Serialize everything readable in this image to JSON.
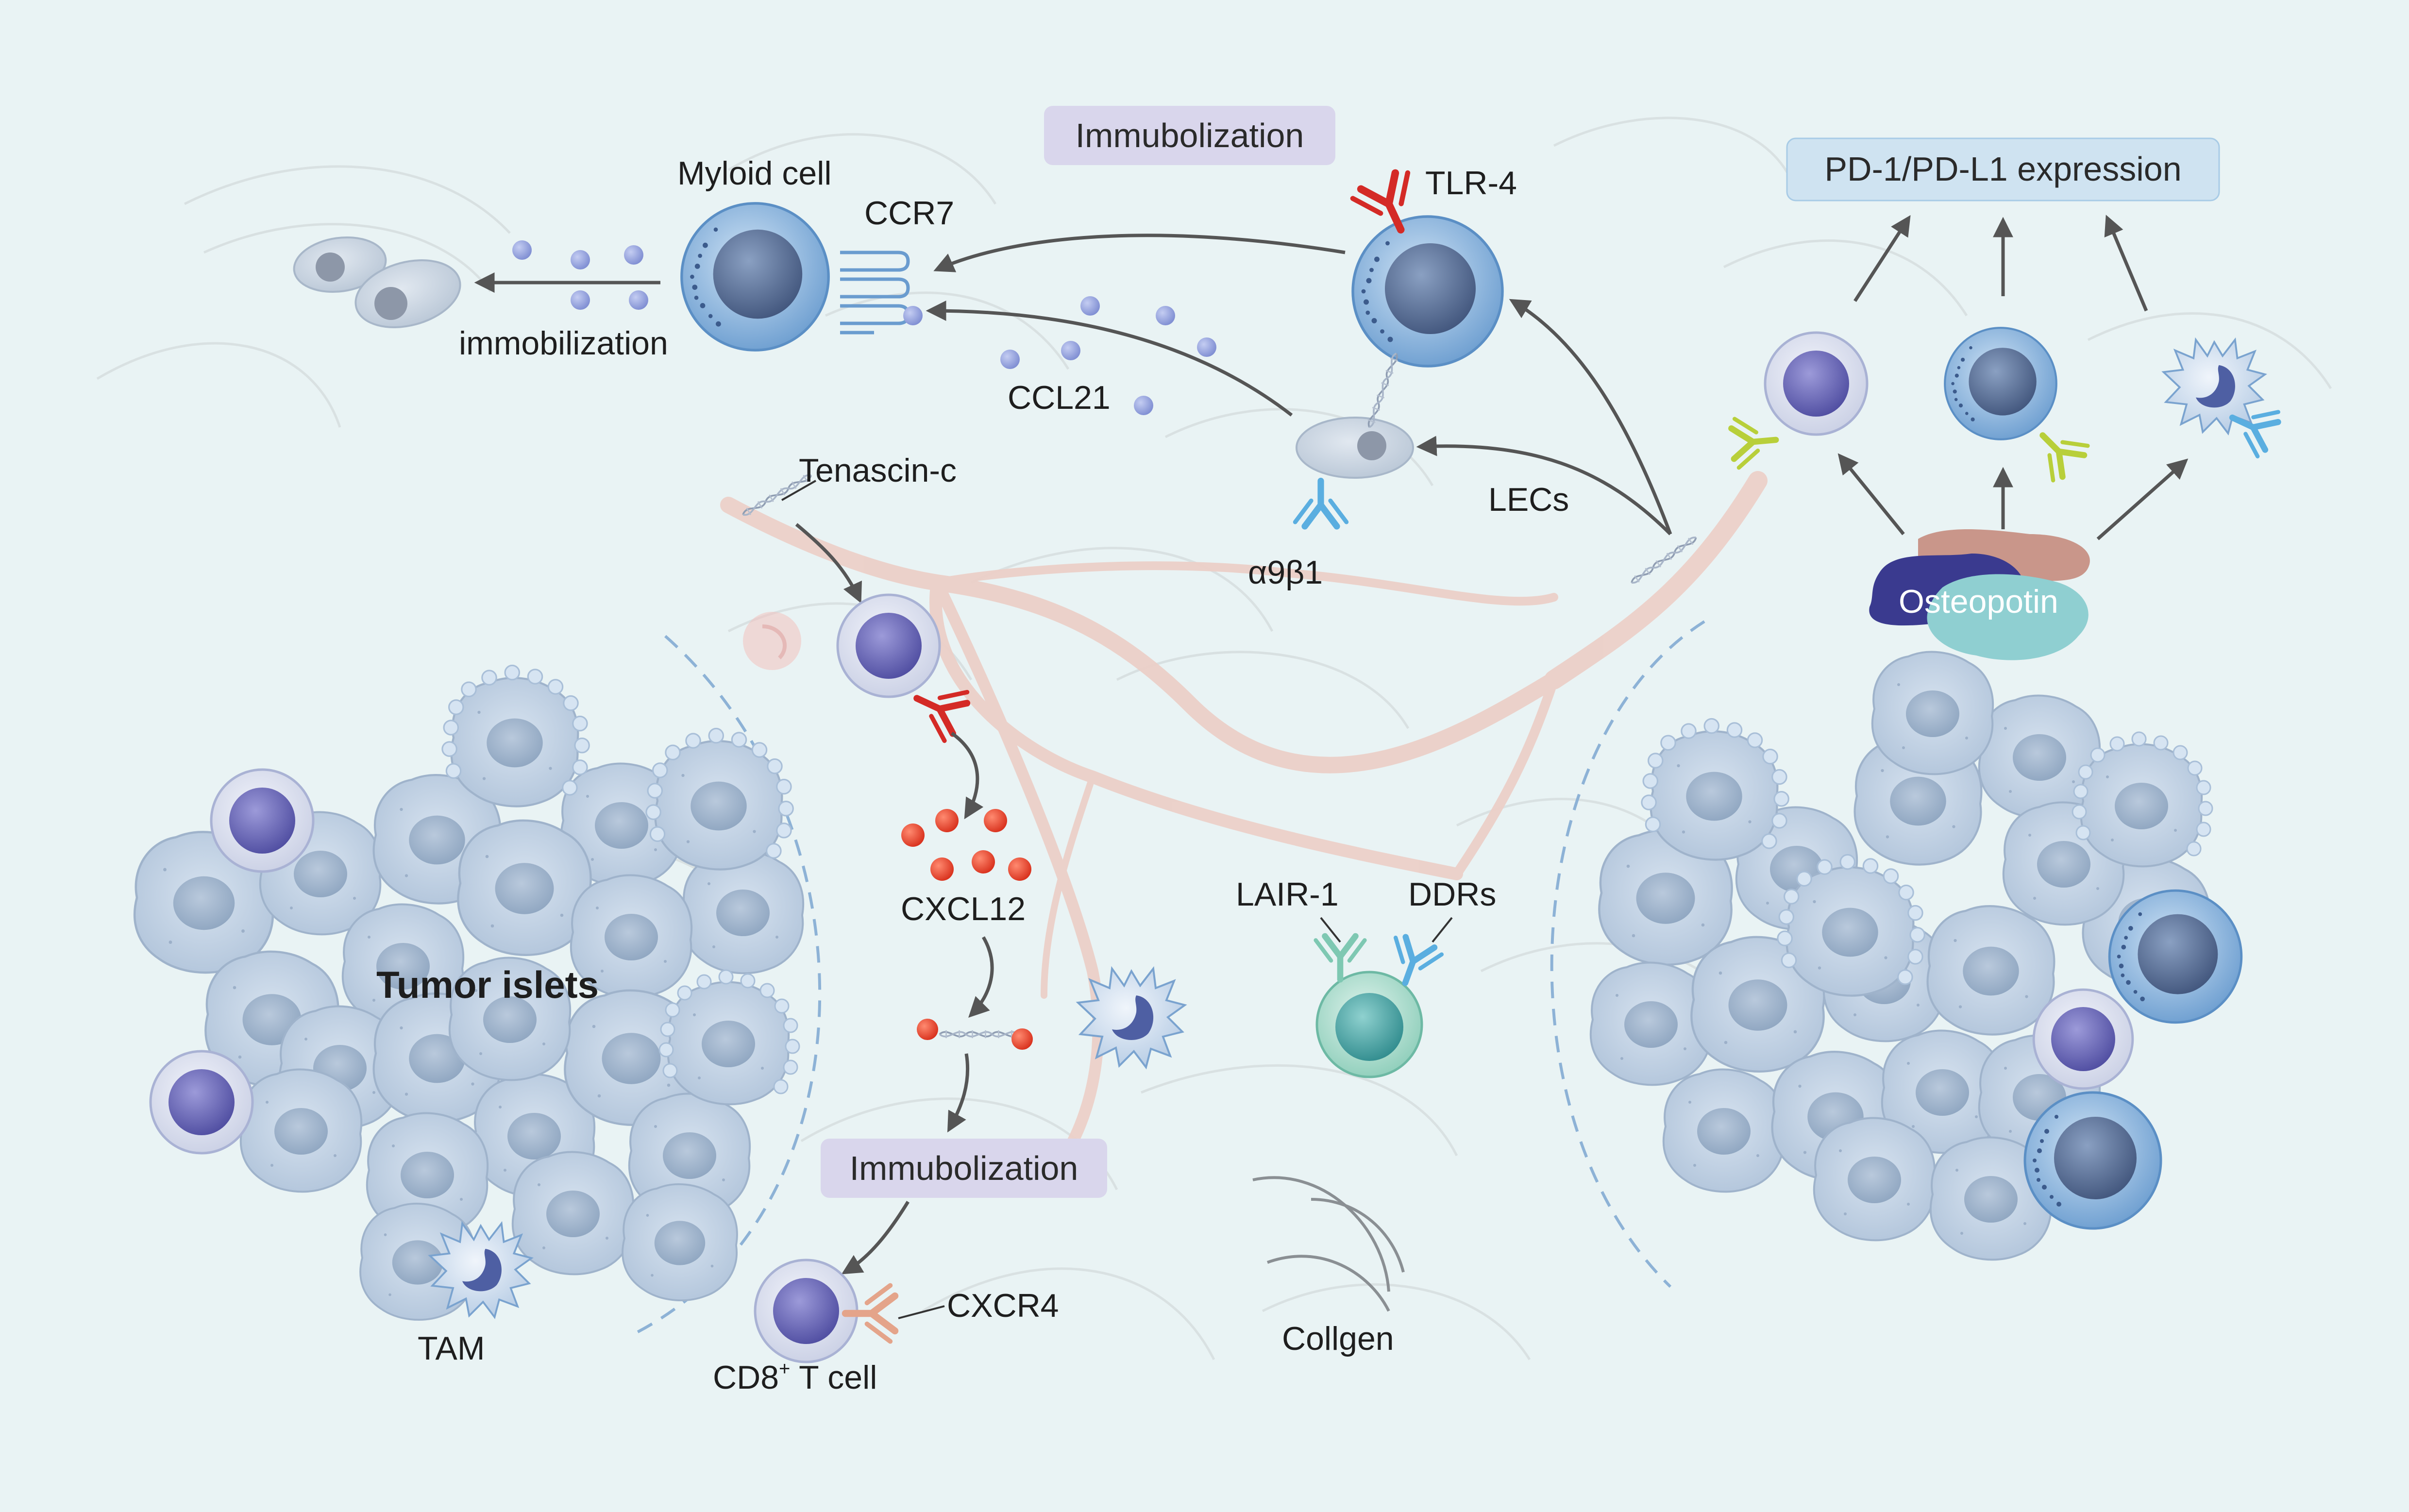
{
  "labels": {
    "immubolization_top": "Immubolization",
    "myloid_cell": "Myloid cell",
    "ccr7": "CCR7",
    "immobilization": "immobilization",
    "ccl21": "CCL21",
    "tlr4": "TLR-4",
    "tenascin_c": "Tenascin-c",
    "lecs": "LECs",
    "a9b1": "α9β1",
    "pd1_pdl1": "PD-1/PD-L1 expression",
    "osteopotin": "Osteopotin",
    "cxcl12": "CXCL12",
    "tumor_islets": "Tumor islets",
    "lair1": "LAIR-1",
    "ddrs": "DDRs",
    "immubolization_bottom": "Immubolization",
    "cxcr4": "CXCR4",
    "cd8_main": "CD8",
    "cd8_sup": "+",
    "cd8_rest": " T cell",
    "tam": "TAM",
    "collgen": "Collgen"
  },
  "colors": {
    "background": "#e9f3f4",
    "tumor_cell": "#c5d5e6",
    "tumor_nucleus": "#9fb4cc",
    "t_cell_nucleus": "#6b69b6",
    "myeloid_cell": "#7ba9d8",
    "chemokine_red": "#e8452c",
    "ccl21_dot": "#8e9bd8",
    "collagen_fiber": "#ecd0c8",
    "label_box_purple": "#d9d6ec",
    "label_box_blue": "#cfe3f1",
    "receptor_red": "#d42a26",
    "receptor_blue": "#5aaee0",
    "receptor_green": "#b8cf3a",
    "receptor_peach": "#e4a48a",
    "lair_teal": "#7ec8b2",
    "osteopontin_navy": "#3a3a8f",
    "osteopontin_teal": "#8fcfd1",
    "osteopontin_brown": "#c9968a"
  },
  "icons": [
    "tumor-cell",
    "t-cell",
    "myeloid-cell",
    "tam-macrophage",
    "lec-cell",
    "antibody-receptor",
    "dna-helix",
    "arrow"
  ]
}
